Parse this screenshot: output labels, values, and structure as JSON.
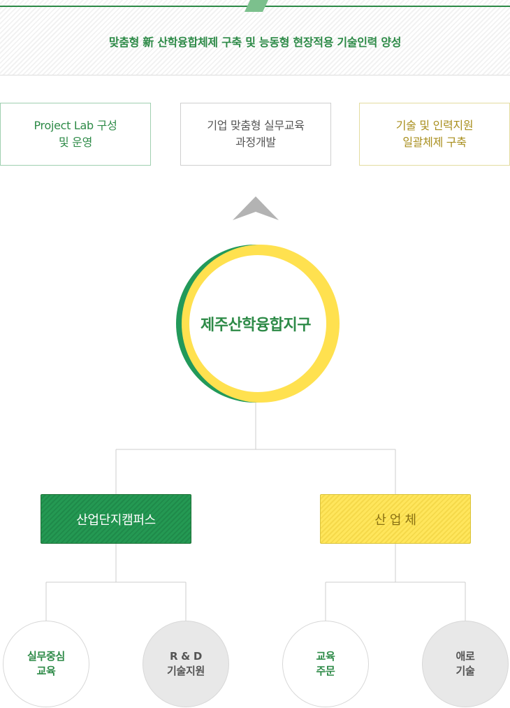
{
  "header": {
    "headline": "맞춤형 新 산학융합체제 구축 및 능동형 현장적용 기술인력 양성"
  },
  "goals": [
    {
      "label": "Project Lab 구성\n및 운영"
    },
    {
      "label": "기업 맞춤형 실무교육\n과정개발"
    },
    {
      "label": "기술 및 인력지원\n일괄체제 구축"
    }
  ],
  "hub": {
    "label": "제주산학융합지구"
  },
  "branches": [
    {
      "label": "산업단지캠퍼스",
      "leaves": [
        {
          "label": "실무중심\n교육"
        },
        {
          "label": "R & D\n기술지원"
        }
      ]
    },
    {
      "label": "산 업 체",
      "leaves": [
        {
          "label": "교육\n주문"
        },
        {
          "label": "애로\n기술"
        }
      ]
    }
  ],
  "colors": {
    "green": "#2d8a47",
    "yellow": "#ffe14f",
    "grey": "#e8e8e8"
  }
}
